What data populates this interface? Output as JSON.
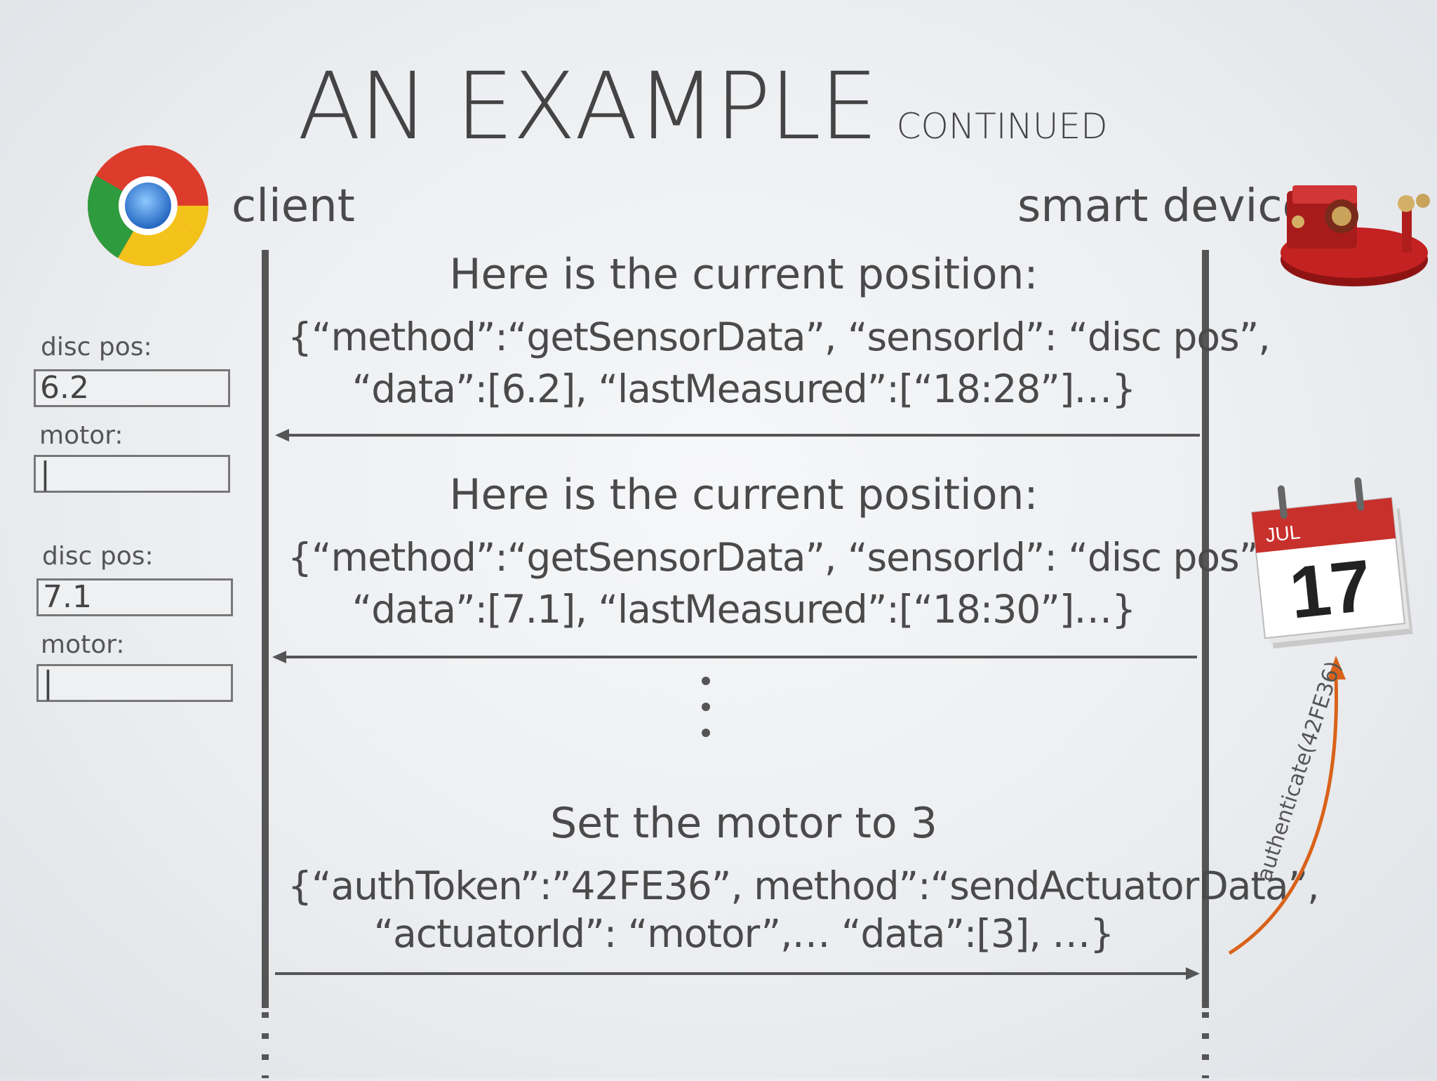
{
  "title": {
    "main": "AN EXAMPLE",
    "sub": "CONTINUED"
  },
  "actors": {
    "client": "client",
    "device": "smart device"
  },
  "client_panels": [
    {
      "pos_label": "disc pos:",
      "pos_value": "6.2",
      "motor_label": "motor:",
      "motor_value": "|"
    },
    {
      "pos_label": "disc pos:",
      "pos_value": "7.1",
      "motor_label": "motor:",
      "motor_value": "|"
    }
  ],
  "messages": [
    {
      "title": "Here is the current position:",
      "line1": "{“method”:“getSensorData”, “sensorId”: “disc pos”,",
      "line2": "“data”:[6.2], “lastMeasured”:[“18:28”]…}",
      "direction": "to-client"
    },
    {
      "title": "Here is the current position:",
      "line1": "{“method”:“getSensorData”, “sensorId”: “disc pos”,",
      "line2": "“data”:[7.1], “lastMeasured”:[“18:30”]…}",
      "direction": "to-client"
    },
    {
      "title": "Set the motor to 3",
      "line1": "{“authToken”:”42FE36”, method”:“sendActuatorData”,",
      "line2": "“actuatorId”: “motor”,… “data”:[3], …}",
      "direction": "to-device"
    }
  ],
  "calendar": {
    "month": "JUL",
    "day": "17"
  },
  "auth_label": "authenticate(42FE36)",
  "colors": {
    "auth_arrow": "#d9621a",
    "lifeline": "#555555",
    "calendar_red": "#c8302c",
    "device_red": "#b52020"
  },
  "icons": {
    "client": "chrome-browser-icon",
    "device": "smart-device-icon",
    "calendar": "calendar-icon"
  }
}
